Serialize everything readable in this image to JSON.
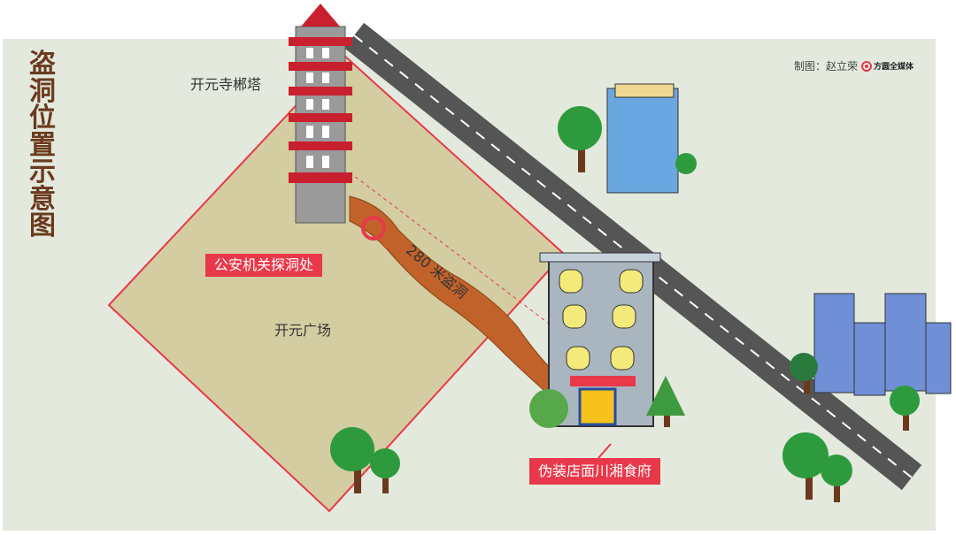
{
  "title": "盗洞位置示意图",
  "credit": {
    "prefix": "制图：赵立荣",
    "logo_text": "方圆全媒体"
  },
  "labels": {
    "tower": "开元寺郴塔",
    "plaza": "开元广场",
    "tunnel": "280 米盗洞",
    "police_probe": "公安机关探洞处",
    "shop": "伪装店面川湘食府"
  },
  "colors": {
    "background": "#e3e9dd",
    "plaza": "#d3cda1",
    "outline": "#e8384a",
    "tunnel": "#c0622a",
    "road": "#5a5a5a",
    "title": "#6b3a1e"
  }
}
